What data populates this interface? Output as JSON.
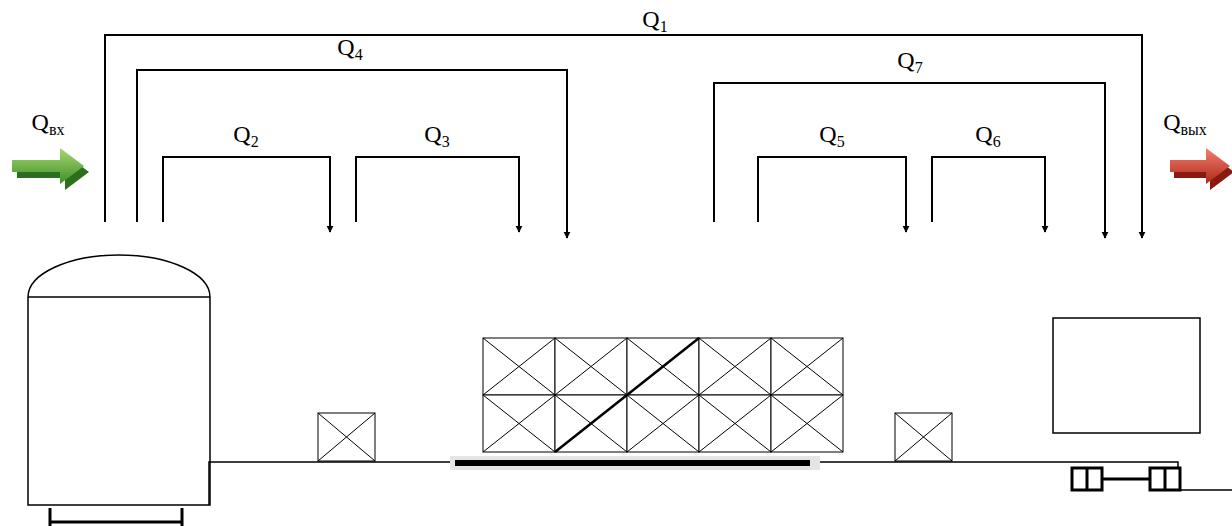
{
  "diagram": {
    "labels": [
      "Q1",
      "Qвх",
      "Q4",
      "Q7",
      "Qвых",
      "Q2",
      "Q3",
      "Q5",
      "Q6"
    ]
  }
}
